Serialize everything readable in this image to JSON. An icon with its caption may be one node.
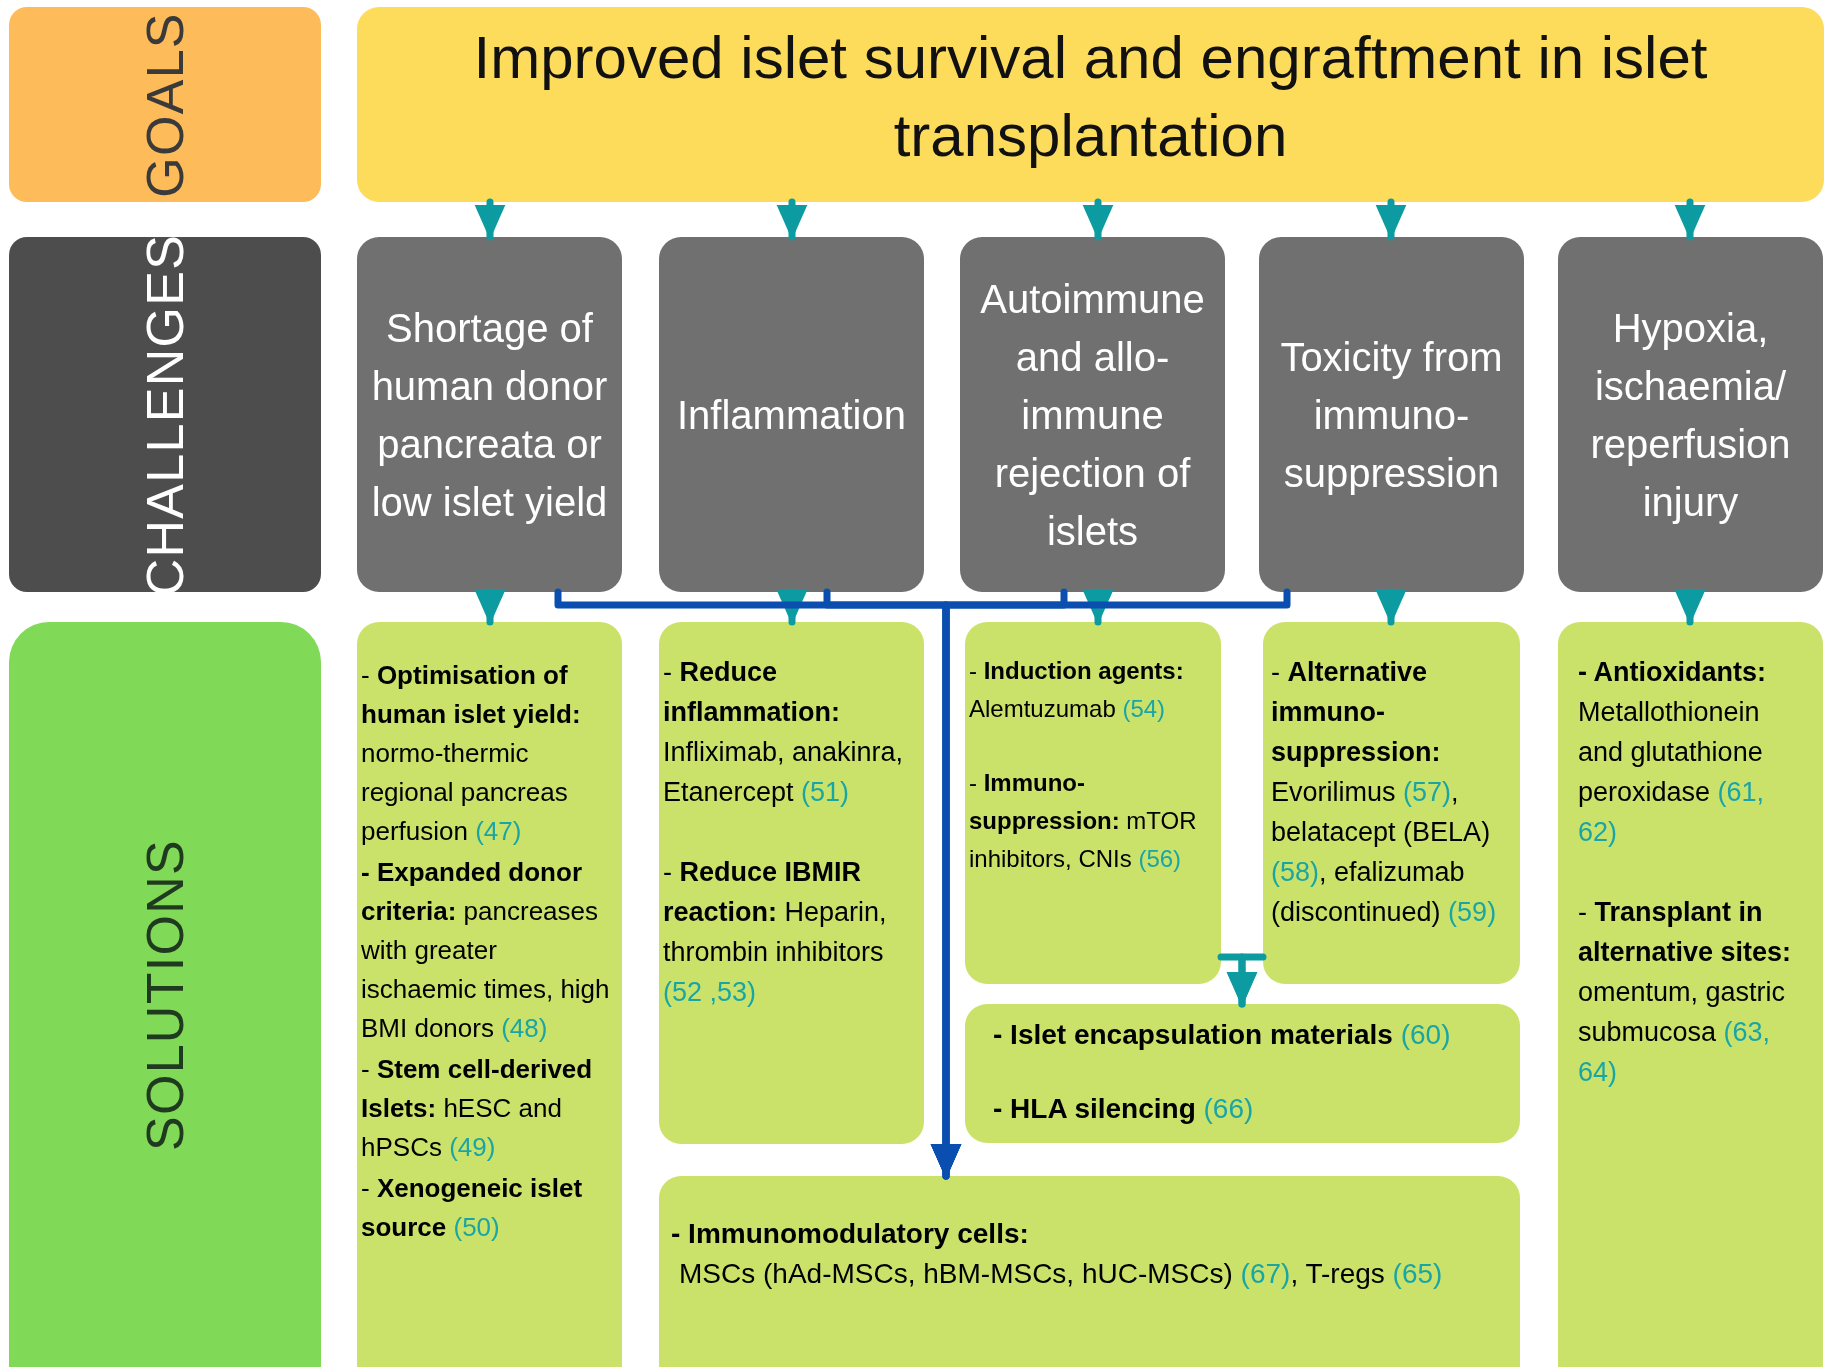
{
  "diagram": {
    "nodes": [
      {
        "text": [
          "GOALS"
        ]
      },
      {
        "text": [
          "CHALLENGES"
        ]
      },
      {
        "text": [
          "SOLUTIONS"
        ]
      },
      {
        "text": [
          "Improved islet survival and engraftment in islet transplantation"
        ]
      },
      {
        "text": [
          "Shortage of human donor pancreata or low islet yield"
        ]
      },
      {
        "text": [
          "Inflammation"
        ]
      },
      {
        "text": [
          "Autoimmune and allo-immune rejection of islets"
        ]
      },
      {
        "text": [
          "Toxicity from immuno-suppression"
        ]
      },
      {
        "text": [
          "Hypoxia, ischaemia/ reperfusion injury"
        ]
      },
      {
        "text": [
          "- **Optimisation of human islet yield:** normo-thermic regional pancreas perfusion (47)",
          "**- Expanded donor criteria:** pancreases with greater ischaemic times, high BMI donors (48)",
          "- **Stem cell-derived Islets:** hESC and hPSCs (49)",
          "- **Xenogeneic islet source** (50)"
        ]
      },
      {
        "text": [
          "- **Reduce inflammation:** Infliximab, anakinra, Etanercept (51)",
          "- **Reduce IBMIR reaction:** Heparin, thrombin inhibitors (52 ,53)"
        ]
      },
      {
        "text": [
          "- **Induction agents:** Alemtuzumab (54)",
          "- **Immuno-suppression:** mTOR inhibitors, CNIs (56)"
        ]
      },
      {
        "text": [
          "- **Alternative immuno-suppression:** Evorilimus (57), belatacept (BELA) (58), efalizumab (discontinued) (59)"
        ]
      },
      {
        "text": [
          "**- Antioxidants:** Metallothionein and glutathione peroxidase (61, 62)",
          "- **Transplant in alternative sites:** omentum, gastric submucosa (63, 64)"
        ]
      },
      {
        "text": [
          "**- Islet encapsulation materials** (60)",
          "**- HLA silencing** (66)"
        ]
      },
      {
        "text": [
          "- Immunomodulatory cells:",
          "MSCs (hAd-MSCs, hBM-MSCs, hUC-MSCs) (67), T-regs (65)"
        ]
      }
    ],
    "edges": [
      {
        "from": 3,
        "to": 4,
        "arrow": "to"
      },
      {
        "from": 3,
        "to": 5,
        "arrow": "to"
      },
      {
        "from": 3,
        "to": 6,
        "arrow": "to"
      },
      {
        "from": 3,
        "to": 7,
        "arrow": "to"
      },
      {
        "from": 3,
        "to": 8,
        "arrow": "to"
      },
      {
        "from": 4,
        "to": 9,
        "arrow": "to"
      },
      {
        "from": 5,
        "to": 10,
        "arrow": "to"
      },
      {
        "from": 6,
        "to": 11,
        "arrow": "to"
      },
      {
        "from": 7,
        "to": 12,
        "arrow": "to"
      },
      {
        "from": 8,
        "to": 13,
        "arrow": "to"
      },
      {
        "from": 11,
        "to": 14,
        "arrow": "to"
      },
      {
        "from": 12,
        "to": 14,
        "arrow": "to"
      },
      {
        "from": 4,
        "to": 15,
        "arrow": "to",
        "color": "#0a4fb0"
      },
      {
        "from": 5,
        "to": 15,
        "arrow": "to",
        "color": "#0a4fb0"
      },
      {
        "from": 6,
        "to": 15,
        "arrow": "to",
        "color": "#0a4fb0"
      },
      {
        "from": 7,
        "to": 15,
        "arrow": "to",
        "color": "#0a4fb0"
      }
    ]
  }
}
